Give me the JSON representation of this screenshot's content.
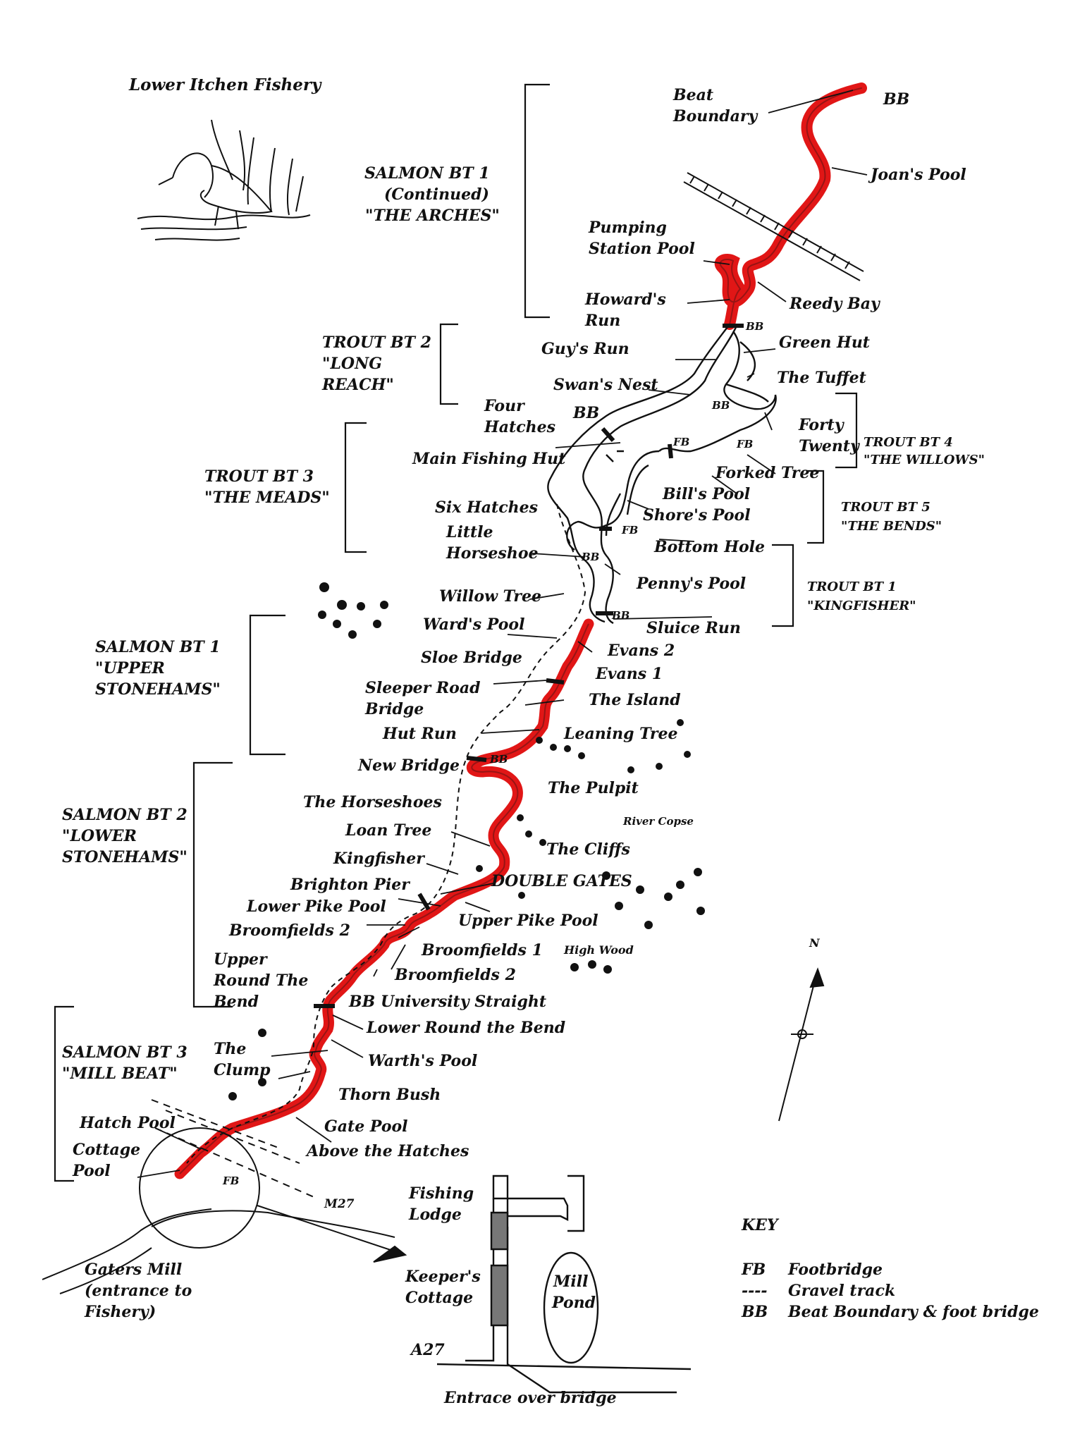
{
  "map": {
    "title": "Lower Itchen Fishery",
    "colors": {
      "river_highlight": "#e11616",
      "ink": "#111111",
      "paper": "#ffffff"
    },
    "beats": [
      {
        "id": "salmon-bt1-arches",
        "lines": [
          "SALMON BT 1",
          "(Continued)",
          "\"THE ARCHES\""
        ]
      },
      {
        "id": "trout-bt2",
        "lines": [
          "TROUT BT 2",
          "\"LONG",
          "REACH\""
        ]
      },
      {
        "id": "trout-bt3",
        "lines": [
          "TROUT BT 3",
          "\"THE MEADS\""
        ]
      },
      {
        "id": "trout-bt4",
        "lines": [
          "TROUT BT 4",
          "\"THE WILLOWS\""
        ]
      },
      {
        "id": "trout-bt5",
        "lines": [
          "TROUT BT 5",
          "\"THE BENDS\""
        ]
      },
      {
        "id": "trout-bt1",
        "lines": [
          "TROUT BT 1",
          "\"KINGFISHER\""
        ]
      },
      {
        "id": "salmon-bt1-upper",
        "lines": [
          "SALMON BT 1",
          "\"UPPER",
          "STONEHAMS\""
        ]
      },
      {
        "id": "salmon-bt2",
        "lines": [
          "SALMON BT 2",
          "\"LOWER",
          "STONEHAMS\""
        ]
      },
      {
        "id": "salmon-bt3",
        "lines": [
          "SALMON BT 3",
          "\"MILL BEAT\""
        ]
      }
    ],
    "labels": {
      "beat_boundary": [
        "Beat",
        "Boundary"
      ],
      "bb_top": "BB",
      "joans_pool": "Joan's Pool",
      "pumping_station": [
        "Pumping",
        "Station Pool"
      ],
      "reedy_bay": "Reedy Bay",
      "howards_run": [
        "Howard's",
        "Run"
      ],
      "green_hut": "Green Hut",
      "guys_run": "Guy's Run",
      "the_tuffet": "The Tuffet",
      "swans_nest": "Swan's Nest",
      "four_hatches": [
        "Four",
        "Hatches"
      ],
      "bb_mid": "BB",
      "forty_twenty": [
        "Forty",
        "Twenty"
      ],
      "main_fishing_hut": "Main Fishing Hut",
      "forked_tree": "Forked Tree",
      "bills_pool": "Bill's Pool",
      "six_hatches": "Six Hatches",
      "shores_pool": "Shore's Pool",
      "little_horseshoe": [
        "Little",
        "Horseshoe"
      ],
      "bottom_hole": "Bottom Hole",
      "pennys_pool": "Penny's Pool",
      "willow_tree": "Willow Tree",
      "wards_pool": "Ward's Pool",
      "sluice_run": "Sluice Run",
      "evans_2": "Evans 2",
      "sloe_bridge": "Sloe Bridge",
      "evans_1": "Evans 1",
      "sleeper_road_bridge": [
        "Sleeper Road",
        "Bridge"
      ],
      "the_island": "The Island",
      "hut_run": "Hut Run",
      "leaning_tree": "Leaning Tree",
      "new_bridge": "New Bridge",
      "the_pulpit": "The Pulpit",
      "the_horseshoes": "The Horseshoes",
      "river_copse": "River Copse",
      "loan_tree": "Loan Tree",
      "the_cliffs": "The Cliffs",
      "kingfisher": "Kingfisher",
      "brighton_pier": "Brighton Pier",
      "double_gates": "DOUBLE GATES",
      "lower_pike_pool": "Lower Pike Pool",
      "upper_pike_pool": "Upper Pike Pool",
      "broomfields_2a": "Broomfields 2",
      "broomfields_1": "Broomfields 1",
      "high_wood": "High Wood",
      "broomfields_2b": "Broomfields 2",
      "upper_round_the_bend": [
        "Upper",
        "Round The",
        "Bend"
      ],
      "bb_low": "BB",
      "university_straight": "University Straight",
      "lower_round_the_bend": "Lower Round the Bend",
      "the_clump": [
        "The",
        "Clump"
      ],
      "warths_pool": "Warth's Pool",
      "thorn_bush": "Thorn Bush",
      "hatch_pool": "Hatch Pool",
      "gate_pool": "Gate Pool",
      "cottage_pool": [
        "Cottage",
        "Pool"
      ],
      "above_the_hatches": "Above the Hatches",
      "m27": "M27",
      "gaters_mill": [
        "Gaters Mill",
        "(entrance to",
        "Fishery)"
      ],
      "fishing_lodge": [
        "Fishing",
        "Lodge"
      ],
      "keepers_cottage": [
        "Keeper's",
        "Cottage"
      ],
      "mill_pond": [
        "Mill",
        "Pond"
      ],
      "a27": "A27",
      "entrance": "Entrace over bridge",
      "north": "N"
    },
    "key": {
      "title": "KEY",
      "items": [
        {
          "code": "FB",
          "text": "Footbridge"
        },
        {
          "code": "----",
          "text": "Gravel track"
        },
        {
          "code": "BB",
          "text": "Beat Boundary & foot bridge"
        }
      ]
    }
  }
}
